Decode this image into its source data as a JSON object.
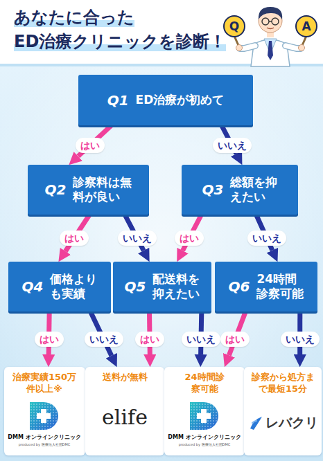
{
  "diagram": {
    "title": "あなたに合った ED治療クリニックを診断！",
    "nodes": [
      {
        "text": [
          "Q1",
          "ED治療が初めて"
        ]
      },
      {
        "text": [
          "Q2",
          "診察料は無料が良い"
        ]
      },
      {
        "text": [
          "Q3",
          "総額を抑えたい"
        ]
      },
      {
        "text": [
          "Q4",
          "価格よりも実績"
        ]
      },
      {
        "text": [
          "Q5",
          "配送料を抑えたい"
        ]
      },
      {
        "text": [
          "Q6",
          "24時間診察可能"
        ]
      },
      {
        "text": [
          "治療実績150万件以上※",
          "DMM オンラインクリニック",
          "produced by 医療法人社団DMC"
        ]
      },
      {
        "text": [
          "送料が無料",
          "elife"
        ]
      },
      {
        "text": [
          "24時間診察可能",
          "DMM オンラインクリニック",
          "produced by 医療法人社団DMC"
        ]
      },
      {
        "text": [
          "診察から処方まで最短15分",
          "レバクリ"
        ]
      }
    ],
    "edges": [
      {
        "from": 0,
        "to": 1,
        "label": "はい",
        "arrow": "to"
      },
      {
        "from": 0,
        "to": 2,
        "label": "いいえ",
        "arrow": "to"
      },
      {
        "from": 1,
        "to": 3,
        "label": "はい",
        "arrow": "to"
      },
      {
        "from": 1,
        "to": 4,
        "label": "いいえ",
        "arrow": "to"
      },
      {
        "from": 2,
        "to": 4,
        "label": "はい",
        "arrow": "to"
      },
      {
        "from": 2,
        "to": 5,
        "label": "いいえ",
        "arrow": "to"
      },
      {
        "from": 3,
        "to": 6,
        "label": "はい",
        "arrow": "to"
      },
      {
        "from": 3,
        "to": 7,
        "label": "いいえ",
        "arrow": "to"
      },
      {
        "from": 4,
        "to": 7,
        "label": "はい",
        "arrow": "to"
      },
      {
        "from": 4,
        "to": 8,
        "label": "いいえ",
        "arrow": "to"
      },
      {
        "from": 5,
        "to": 8,
        "label": "はい",
        "arrow": "to"
      },
      {
        "from": 5,
        "to": 9,
        "label": "いいえ",
        "arrow": "to"
      }
    ],
    "labels": [
      "Q",
      "A"
    ]
  }
}
